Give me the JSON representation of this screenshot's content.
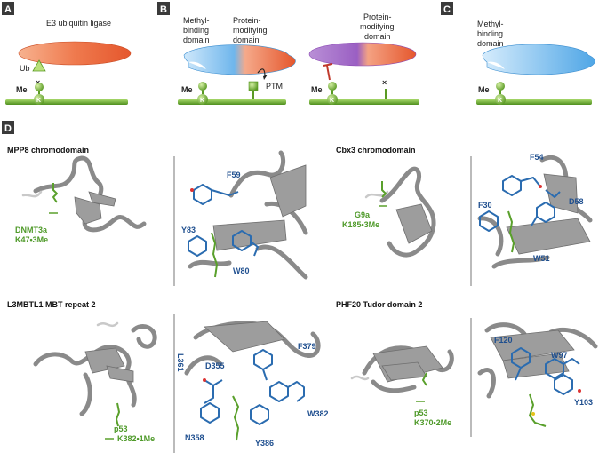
{
  "panels": {
    "A": {
      "badge": "A",
      "ligase_label": "E3 ubiquitin ligase",
      "ub_label": "Ub",
      "cross": "×",
      "me_label": "Me",
      "k_label": "K"
    },
    "B": {
      "badge": "B",
      "left_domain_line1": "Methyl-",
      "left_domain_line2": "binding",
      "left_domain_line3": "domain",
      "right_domain_line1": "Protein-",
      "right_domain_line2": "modifying",
      "right_domain_line3": "domain",
      "ptm_label": "PTM",
      "me_label": "Me",
      "k_label": "K",
      "second_domain_line1": "Protein-",
      "second_domain_line2": "modifying",
      "second_domain_line3": "domain",
      "me_label_2": "Me",
      "k_label_2": "K",
      "cross": "×"
    },
    "C": {
      "badge": "C",
      "domain_line1": "Methyl-",
      "domain_line2": "binding",
      "domain_line3": "domain",
      "me_label": "Me",
      "k_label": "K"
    },
    "D": {
      "badge": "D",
      "structures": [
        {
          "title": "MPP8 chromodomain",
          "ligand_line1": "DNMT3a",
          "ligand_line2": "K47•3Me",
          "residues": [
            "F59",
            "Y83",
            "W80"
          ]
        },
        {
          "title": "Cbx3 chromodomain",
          "ligand_line1": "G9a",
          "ligand_line2": "K185•3Me",
          "residues": [
            "F54",
            "F30",
            "D58",
            "W51"
          ]
        },
        {
          "title": "L3MBTL1 MBT repeat 2",
          "ligand_line1": "p53",
          "ligand_line2": "K382•1Me",
          "residues": [
            "F379",
            "L361",
            "D355",
            "W382",
            "N358",
            "Y386"
          ]
        },
        {
          "title": "PHF20 Tudor domain 2",
          "ligand_line1": "p53",
          "ligand_line2": "K370•2Me",
          "residues": [
            "F120",
            "W97",
            "Y103"
          ]
        }
      ]
    }
  },
  "colors": {
    "badge": "#3a3a3a",
    "orange_domain": "#e8643c",
    "blue_domain": "#5aaee8",
    "purple_domain": "#a365c8",
    "green_chain": "#6aac2a",
    "residue_blue": "#1f4f8f",
    "ligand_green": "#4f9a2a"
  }
}
